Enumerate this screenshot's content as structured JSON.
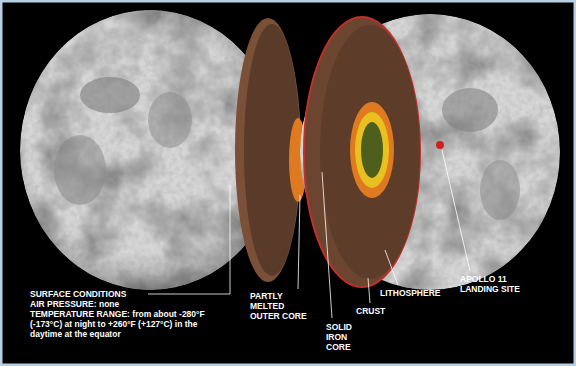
{
  "diagram": {
    "labels": [
      "SURFACE CONDITIONS",
      "AIR PRESSURE: none",
      "TEMPERATURE RANGE: from about -280°F (-173°C) at night to +260°F (+127°C) in the daytime at the equator",
      "PARTLY MELTED OUTER CORE",
      "SOLID IRON CORE",
      "CRUST",
      "LITHOSPHERE",
      "APOLLO 11 LANDING SITE"
    ]
  }
}
